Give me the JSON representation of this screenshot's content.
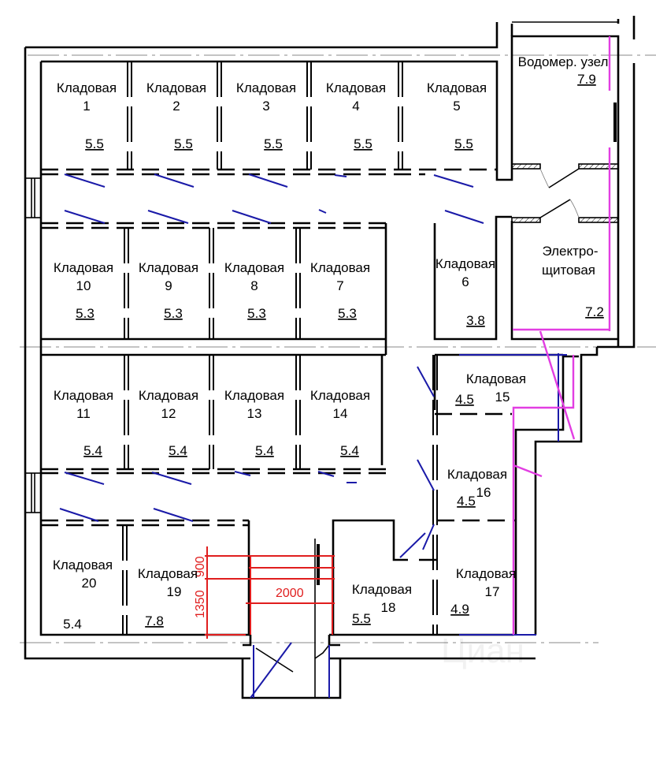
{
  "plan": {
    "rooms": [
      {
        "name": "Кладовая",
        "number": "1",
        "area": "5.5"
      },
      {
        "name": "Кладовая",
        "number": "2",
        "area": "5.5"
      },
      {
        "name": "Кладовая",
        "number": "3",
        "area": "5.5"
      },
      {
        "name": "Кладовая",
        "number": "4",
        "area": "5.5"
      },
      {
        "name": "Кладовая",
        "number": "5",
        "area": "5.5"
      },
      {
        "name": "Кладовая",
        "number": "6",
        "area": "3.8"
      },
      {
        "name": "Кладовая",
        "number": "7",
        "area": "5.3"
      },
      {
        "name": "Кладовая",
        "number": "8",
        "area": "5.3"
      },
      {
        "name": "Кладовая",
        "number": "9",
        "area": "5.3"
      },
      {
        "name": "Кладовая",
        "number": "10",
        "area": "5.3"
      },
      {
        "name": "Кладовая",
        "number": "11",
        "area": "5.4"
      },
      {
        "name": "Кладовая",
        "number": "12",
        "area": "5.4"
      },
      {
        "name": "Кладовая",
        "number": "13",
        "area": "5.4"
      },
      {
        "name": "Кладовая",
        "number": "14",
        "area": "5.4"
      },
      {
        "name": "Кладовая",
        "number": "15",
        "area": "4.5"
      },
      {
        "name": "Кладовая",
        "number": "16",
        "area": "4.5"
      },
      {
        "name": "Кладовая",
        "number": "17",
        "area": "4.9"
      },
      {
        "name": "Кладовая",
        "number": "18",
        "area": "5.5"
      },
      {
        "name": "Кладовая",
        "number": "19",
        "area": "7.8"
      },
      {
        "name": "Кладовая",
        "number": "20",
        "area": "5.4"
      }
    ],
    "water_meter": {
      "name": "Водомер. узел",
      "area": "7.9"
    },
    "electrical": {
      "name_line1": "Электро-",
      "name_line2": "щитовая",
      "area": "7.2"
    },
    "dimensions": {
      "stair_height": "1350",
      "stair_width": "2000",
      "stair_step": "900"
    },
    "watermark": "Циан",
    "colors": {
      "walls": "#000000",
      "water_lines": "#1a1aa8",
      "power_lines": "#e23ee2",
      "dimensions": "#e01e1e"
    }
  }
}
